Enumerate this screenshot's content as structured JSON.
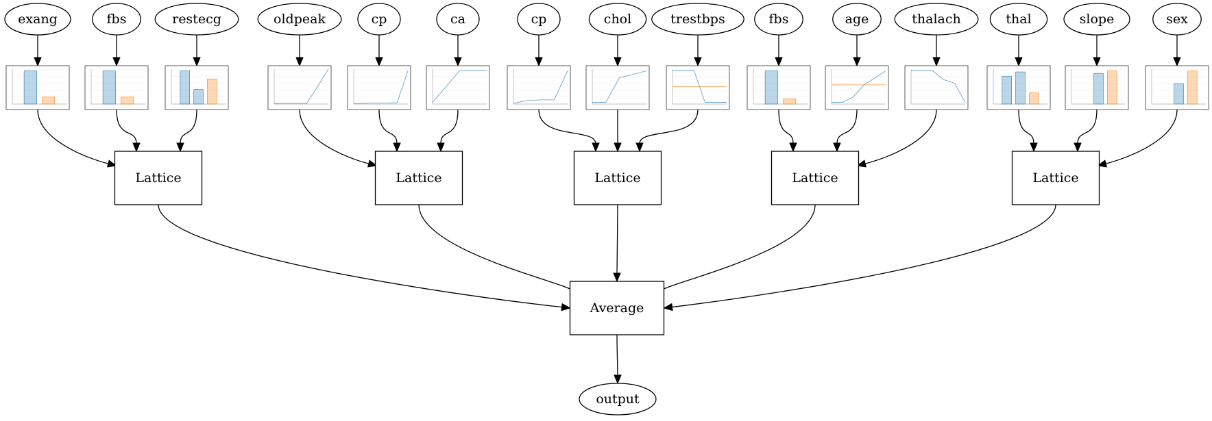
{
  "diagram": {
    "features": [
      {
        "label": "exang",
        "plot": {
          "type": "bar",
          "values": [
            0.95,
            0.2
          ],
          "colors": [
            "#1f77b4",
            "#ff7f0e"
          ]
        }
      },
      {
        "label": "fbs",
        "plot": {
          "type": "bar",
          "values": [
            0.95,
            0.2
          ],
          "colors": [
            "#1f77b4",
            "#ff7f0e"
          ]
        }
      },
      {
        "label": "restecg",
        "plot": {
          "type": "bar",
          "values": [
            0.95,
            0.42,
            0.72
          ],
          "colors": [
            "#1f77b4",
            "#1f77b4",
            "#ff7f0e"
          ]
        }
      },
      {
        "label": "oldpeak",
        "plot": {
          "type": "line",
          "series": [
            {
              "y": [
                0.02,
                0.02,
                0.02,
                0.02,
                0.5,
                1.0
              ]
            }
          ]
        }
      },
      {
        "label": "cp",
        "plot": {
          "type": "line",
          "series": [
            {
              "y": [
                0.02,
                0.02,
                0.03,
                0.03,
                0.04,
                0.95
              ]
            }
          ]
        }
      },
      {
        "label": "ca",
        "plot": {
          "type": "line",
          "series": [
            {
              "y": [
                0.05,
                0.5,
                0.95,
                0.95,
                0.95
              ]
            }
          ]
        }
      },
      {
        "label": "cp",
        "plot": {
          "type": "line",
          "series": [
            {
              "y": [
                0.02,
                0.1,
                0.12,
                0.12,
                0.95
              ]
            }
          ]
        }
      },
      {
        "label": "chol",
        "plot": {
          "type": "line",
          "series": [
            {
              "y": [
                0.05,
                0.05,
                0.75,
                0.85,
                0.95
              ]
            }
          ]
        }
      },
      {
        "label": "trestbps",
        "plot": {
          "type": "line",
          "series": [
            {
              "y": [
                0.95,
                0.95,
                0.95,
                0.05,
                0.05,
                0.05
              ]
            },
            {
              "y": [
                0.5,
                0.5,
                0.5,
                0.5,
                0.5,
                0.5
              ]
            }
          ]
        }
      },
      {
        "label": "fbs",
        "plot": {
          "type": "bar",
          "values": [
            0.95,
            0.15
          ],
          "colors": [
            "#1f77b4",
            "#ff7f0e"
          ]
        }
      },
      {
        "label": "age",
        "plot": {
          "type": "line",
          "series": [
            {
              "y": [
                0.05,
                0.05,
                0.2,
                0.55,
                0.75,
                0.95
              ]
            },
            {
              "y": [
                0.55,
                0.55,
                0.55,
                0.55,
                0.55,
                0.55
              ]
            }
          ]
        }
      },
      {
        "label": "thalach",
        "plot": {
          "type": "line",
          "series": [
            {
              "y": [
                0.95,
                0.95,
                0.95,
                0.7,
                0.6,
                0.05
              ]
            }
          ]
        }
      },
      {
        "label": "thal",
        "plot": {
          "type": "bar",
          "values": [
            0.8,
            0.92,
            0.32
          ],
          "colors": [
            "#1f77b4",
            "#1f77b4",
            "#ff7f0e"
          ]
        }
      },
      {
        "label": "slope",
        "plot": {
          "type": "bar",
          "values": [
            0.0,
            0.88,
            0.95
          ],
          "colors": [
            "#1f77b4",
            "#1f77b4",
            "#ff7f0e"
          ]
        }
      },
      {
        "label": "sex",
        "plot": {
          "type": "bar",
          "values": [
            0.0,
            0.58,
            0.95
          ],
          "colors": [
            "#1f77b4",
            "#1f77b4",
            "#ff7f0e"
          ]
        }
      }
    ],
    "lattices": [
      {
        "label": "Lattice",
        "inputs": [
          0,
          1,
          2
        ]
      },
      {
        "label": "Lattice",
        "inputs": [
          3,
          4,
          5
        ]
      },
      {
        "label": "Lattice",
        "inputs": [
          6,
          7,
          8
        ]
      },
      {
        "label": "Lattice",
        "inputs": [
          9,
          10,
          11
        ]
      },
      {
        "label": "Lattice",
        "inputs": [
          12,
          13,
          14
        ]
      }
    ],
    "average": {
      "label": "Average"
    },
    "output": {
      "label": "output"
    },
    "colors": {
      "primary_series": "#1f77b4",
      "missing_series": "#ff7f0e",
      "stroke": "#000000"
    }
  }
}
